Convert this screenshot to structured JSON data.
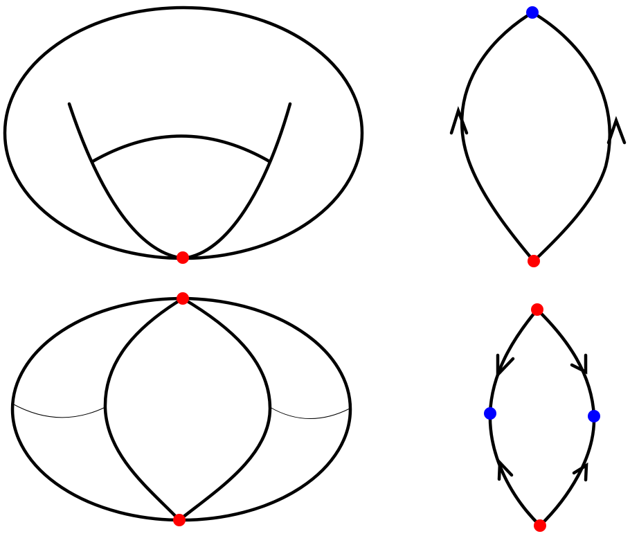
{
  "colors": {
    "surface_fill": "#c0c0fc",
    "outline": "#000000",
    "vertex_red": "#ff0000",
    "vertex_blue": "#0000ff",
    "background": "#ffffff"
  },
  "panels": [
    {
      "id": "torus-top",
      "kind": "surface",
      "shading": "lavender",
      "marked_vertices": [
        "red"
      ]
    },
    {
      "id": "loop-top-right",
      "kind": "graph",
      "vertices": [
        "blue",
        "red"
      ],
      "arrows": 2,
      "arrow_direction": "up"
    },
    {
      "id": "torus-bottom",
      "kind": "surface",
      "shading": "lavender",
      "marked_vertices": [
        "red",
        "red"
      ]
    },
    {
      "id": "loop-bottom-right",
      "kind": "graph",
      "vertices": [
        "red",
        "blue",
        "blue",
        "red"
      ],
      "arrows": 4,
      "arrow_direction": "away-from-red"
    }
  ]
}
